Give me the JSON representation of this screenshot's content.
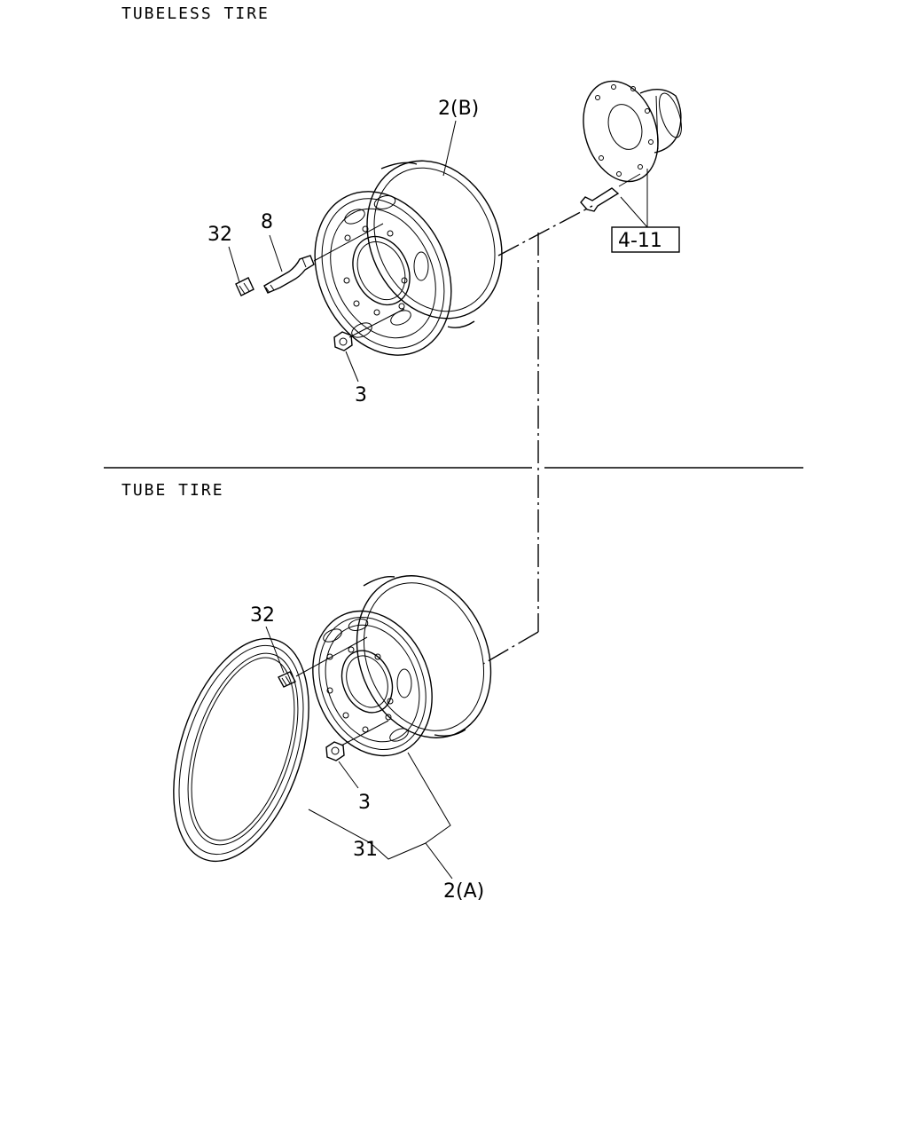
{
  "sections": {
    "tubeless_title": "TUBELESS TIRE",
    "tube_title": "TUBE TIRE"
  },
  "callouts": {
    "rim_b": "2(B)",
    "valve_cap_top": "32",
    "valve": "8",
    "nut_top": "3",
    "hub_ref": "4-11",
    "valve_cap_bottom": "32",
    "nut_bottom": "3",
    "flap": "31",
    "rim_a": "2(A)"
  }
}
